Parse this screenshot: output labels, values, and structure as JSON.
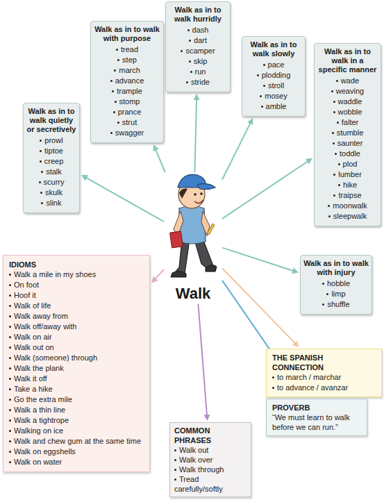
{
  "diagram": {
    "nodes": [
      {
        "text": [
          "Walk"
        ]
      },
      {
        "text": [
          "Walk as in to walk quietly or secretively",
          "prowl",
          "tiptoe",
          "creep",
          "stalk",
          "scurry",
          "skulk",
          "slink"
        ]
      },
      {
        "text": [
          "Walk as in to walk with purpose",
          "tread",
          "step",
          "march",
          "advance",
          "trample",
          "stomp",
          "prance",
          "strut",
          "swagger"
        ]
      },
      {
        "text": [
          "Walk as in to walk hurridly",
          "dash",
          "dart",
          "scamper",
          "skip",
          "run",
          "stride"
        ]
      },
      {
        "text": [
          "Walk as in to walk slowly",
          "pace",
          "plodding",
          "stroll",
          "mosey",
          "amble"
        ]
      },
      {
        "text": [
          "Walk as in to walk in a specific manner",
          "wade",
          "weaving",
          "waddle",
          "wobble",
          "falter",
          "stumble",
          "saunter",
          "toddle",
          "plod",
          "lumber",
          "hike",
          "traipse",
          "moonwalk",
          "sleepwalk"
        ]
      },
      {
        "text": [
          "IDIOMS",
          "Walk a mile in my shoes",
          "On foot",
          "Hoof it",
          "Walk of life",
          "Walk away from",
          "Walk off/away with",
          "Walk on air",
          "Walk out on",
          "Walk (someone) through",
          "Walk the plank",
          "Walk it off",
          "Take a hike",
          "Go the extra mile",
          "Walk a thin line",
          "Walk a tightrope",
          "Walking on ice",
          "Walk and chew gum at the same time",
          "Walk on eggshells",
          "Walk on water"
        ]
      },
      {
        "text": [
          "Walk as in to walk with injury",
          "hobble",
          "limp",
          "shuffle"
        ]
      },
      {
        "text": [
          "THE SPANISH CONNECTION",
          "to march / marchar",
          "to advance / avanzar"
        ]
      },
      {
        "text": [
          "PROVERB",
          "“We must learn to walk before we can run.”"
        ]
      },
      {
        "text": [
          "COMMON PHRASES",
          "Walk out",
          "Walk over",
          "Walk through",
          "Tread carefully/softly"
        ]
      }
    ],
    "edges": [
      {
        "from": 0,
        "to": 1,
        "arrow": "to"
      },
      {
        "from": 0,
        "to": 2,
        "arrow": "to"
      },
      {
        "from": 0,
        "to": 3,
        "arrow": "to"
      },
      {
        "from": 0,
        "to": 4,
        "arrow": "to"
      },
      {
        "from": 0,
        "to": 5,
        "arrow": "to"
      },
      {
        "from": 0,
        "to": 6,
        "arrow": "to"
      },
      {
        "from": 0,
        "to": 7,
        "arrow": "to"
      },
      {
        "from": 0,
        "to": 8,
        "arrow": "to"
      },
      {
        "from": 0,
        "to": 9,
        "arrow": "to"
      },
      {
        "from": 0,
        "to": 10,
        "arrow": "to"
      }
    ]
  }
}
